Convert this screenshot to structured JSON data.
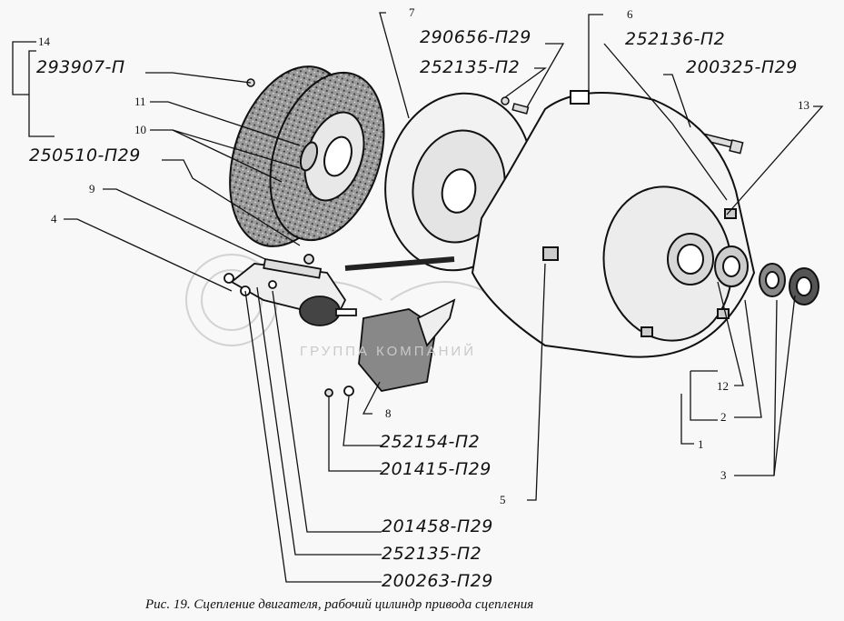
{
  "figure": {
    "caption": "Рис. 19. Сцепление двигателя, рабочий цилиндр привода сцепления",
    "watermark": "ГРУППА КОМПАНИЙ"
  },
  "part_numbers": {
    "p293907": "293907-П",
    "p250510": "250510-П29",
    "p290656": "290656-П29",
    "p252135_top": "252135-П2",
    "p252136": "252136-П2",
    "p200325": "200325-П29",
    "p252154": "252154-П2",
    "p201415": "201415-П29",
    "p201458": "201458-П29",
    "p252135_bottom": "252135-П2",
    "p200263": "200263-П29"
  },
  "callouts": {
    "c1": "1",
    "c2": "2",
    "c3": "3",
    "c4": "4",
    "c5": "5",
    "c6": "6",
    "c7": "7",
    "c8": "8",
    "c9": "9",
    "c10": "10",
    "c11": "11",
    "c12": "12",
    "c13": "13",
    "c14": "14"
  }
}
